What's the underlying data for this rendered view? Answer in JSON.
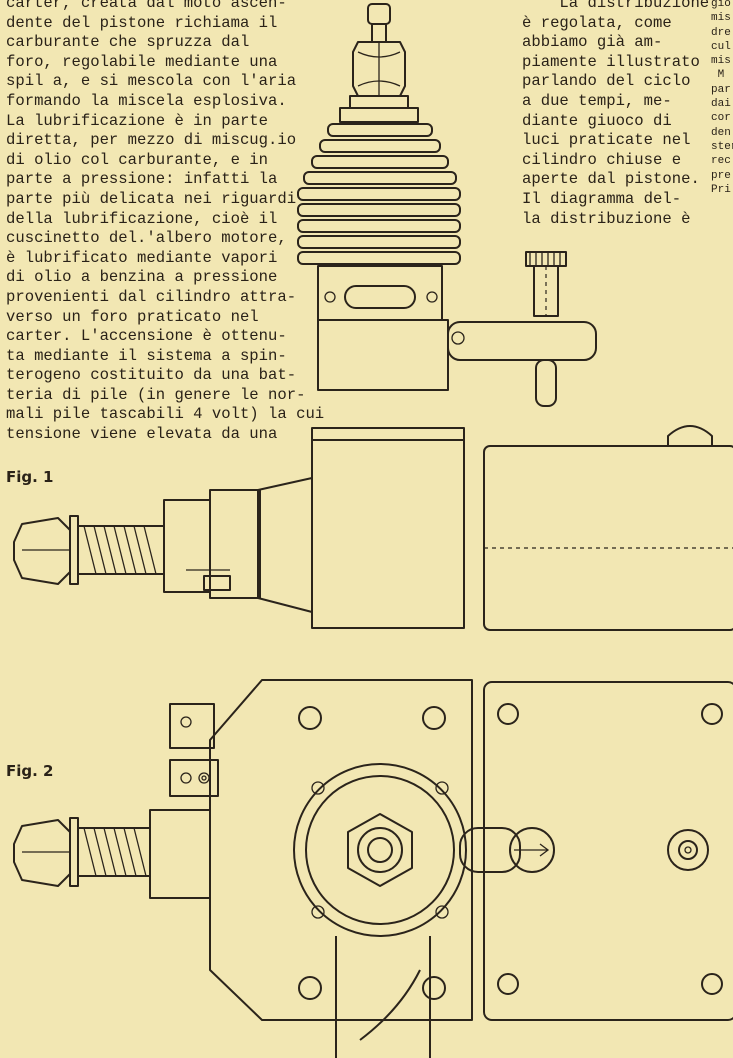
{
  "text": {
    "column_left": [
      "carter, creata dal moto ascen-",
      "dente del pistone richiama il",
      "carburante che spruzza dal",
      "foro, regolabile mediante una",
      "spil a, e si mescola con l'aria",
      "formando la miscela esplosiva.",
      "La lubrificazione è in parte",
      "diretta, per mezzo di miscug.io",
      "di olio col carburante, e in",
      "parte a pressione: infatti la",
      "parte più delicata nei riguardi",
      "della lubrificazione, cioè il",
      "cuscinetto del.'albero motore,",
      "è lubrificato mediante vapori",
      "di olio a benzina a pressione",
      "provenienti dal cilindro attra-",
      "verso un foro praticato nel",
      "carter. L'accensione è ottenu-",
      "ta mediante il sistema a spin-",
      "terogeno costituito da una bat-",
      "teria di pile (in genere le nor-",
      "mali pile tascabili 4 volt) la cui",
      "tensione viene elevata da una"
    ],
    "column_middle": [
      "    La distribuzione",
      "è regolata, come",
      "abbiamo già am-",
      "piamente illustrato",
      "parlando del ciclo",
      "a due tempi, me-",
      "diante giuoco di",
      "luci praticate nel",
      "cilindro chiuse e",
      "aperte dal pistone.",
      "Il diagramma del-",
      "la distribuzione è"
    ],
    "column_right": [
      "gio",
      "mis",
      "dre",
      "cul",
      "mis",
      " M",
      "par",
      "dai",
      "cor",
      "den",
      "ster",
      "rec",
      "pre",
      "Pri"
    ]
  },
  "figures": {
    "fig1_label": "Fig. 1",
    "fig2_label": "Fig. 2"
  },
  "colors": {
    "paper": "#f2e7b3",
    "ink": "#2b241b"
  }
}
